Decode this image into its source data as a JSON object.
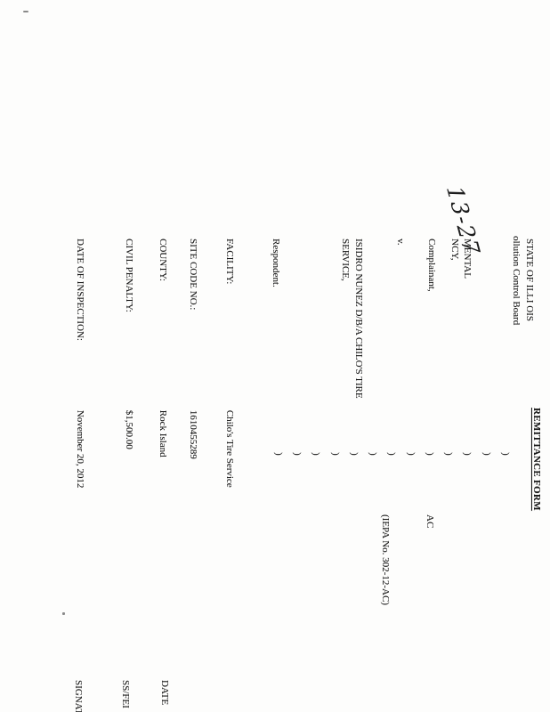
{
  "document": {
    "form_title": "REMITTANCE FORM",
    "header": {
      "line1": "STATE OF ILLI OIS",
      "line2": "ollution Control Board"
    },
    "docket_number_handwritten": "13-27",
    "caption": {
      "complainant_lines": [
        "MENTAL",
        "NCY,"
      ],
      "complainant_role": "Complainant,",
      "versus": "v.",
      "respondent_name_line1": "ISIDRO NUNEZ D/B/A CHILO'S TIRE",
      "respondent_name_line2": "SERVICE,",
      "respondent_role": "Respondent.",
      "paren": ")",
      "case_type": "AC",
      "iepa_number": "(IEPA No. 302-12-AC)"
    },
    "fields": [
      {
        "label": "FACILITY:",
        "value": "Chilo's Tire Service"
      },
      {
        "label": "SITE CODE NO.:",
        "value": "1610455289"
      },
      {
        "label": "COUNTY:",
        "value": "Rock Island"
      },
      {
        "label": "CIVIL PENALTY:",
        "value": "$1,500.00"
      },
      {
        "label": "DATE OF INSPECTION:",
        "value": "November 20, 2012"
      }
    ],
    "edge_fragments": [
      "DATE",
      "SS/FEI",
      "SIGNAT"
    ]
  }
}
